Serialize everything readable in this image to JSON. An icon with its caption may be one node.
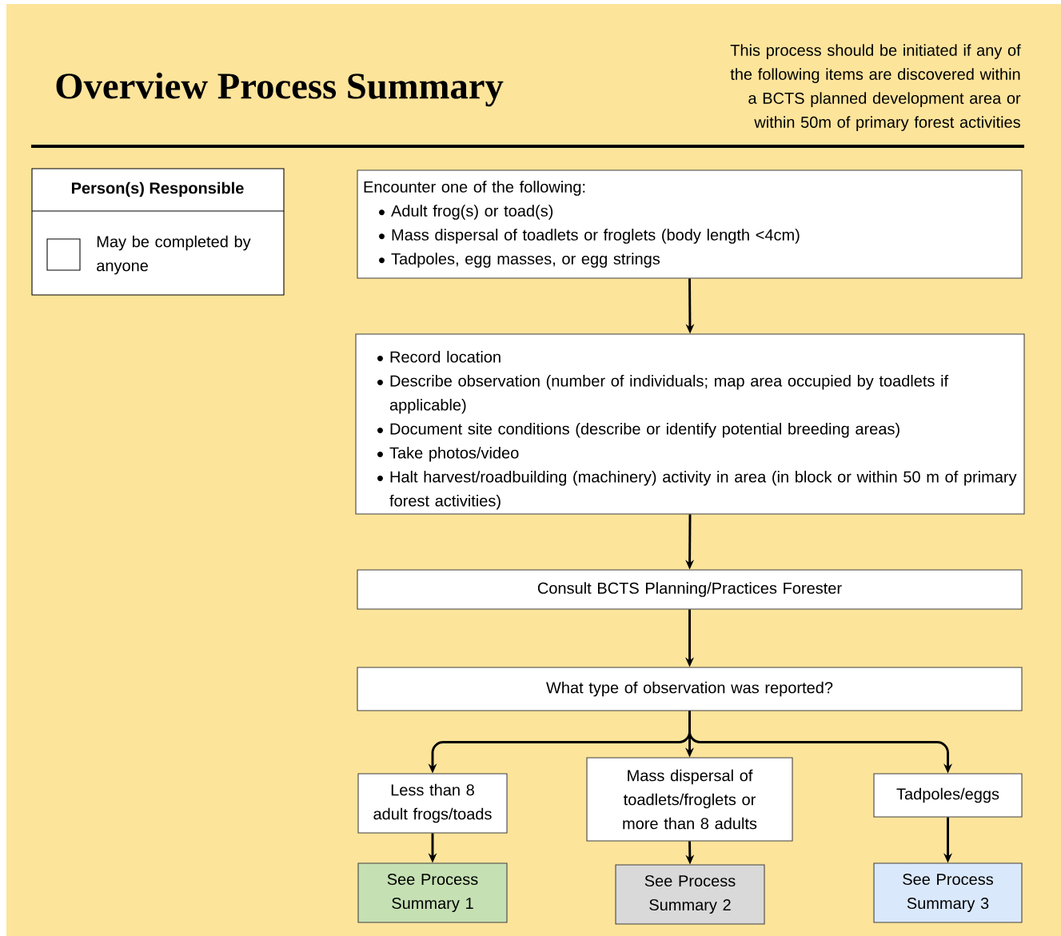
{
  "diagram": {
    "title": "Overview Process Summary",
    "nodes": [
      {
        "text": [
          "Encounter one of the following:",
          "Adult frog(s) or toad(s)",
          "Mass dispersal of toadlets or froglets (body length <4cm)",
          "Tadpoles, egg masses, or egg strings"
        ]
      },
      {
        "text": [
          "Record location",
          "Describe observation (number of individuals; map area occupied by toadlets if applicable)",
          "Document site conditions (describe or identify potential breeding areas)",
          "Take photos/video",
          "Halt harvest/roadbuilding (machinery) activity in area (in block or within 50 m of primary forest activities)"
        ]
      },
      {
        "text": [
          "Consult BCTS Planning/Practices Forester"
        ]
      },
      {
        "text": [
          "What type of observation was reported?"
        ]
      },
      {
        "text": [
          "Less than 8 adult frogs/toads"
        ]
      },
      {
        "text": [
          "Mass dispersal of toadlets/froglets or more than 8 adults"
        ]
      },
      {
        "text": [
          "Tadpoles/eggs"
        ]
      },
      {
        "text": [
          "See Process Summary 1"
        ]
      },
      {
        "text": [
          "See Process Summary 2"
        ]
      },
      {
        "text": [
          "See Process Summary 3"
        ]
      }
    ],
    "edges": [
      {
        "from": 0,
        "to": 1,
        "arrow": "to"
      },
      {
        "from": 1,
        "to": 2,
        "arrow": "to"
      },
      {
        "from": 2,
        "to": 3,
        "arrow": "to"
      },
      {
        "from": 3,
        "to": 4,
        "arrow": "to"
      },
      {
        "from": 3,
        "to": 5,
        "arrow": "to"
      },
      {
        "from": 3,
        "to": 6,
        "arrow": "to"
      },
      {
        "from": 4,
        "to": 7,
        "arrow": "to"
      },
      {
        "from": 5,
        "to": 8,
        "arrow": "to"
      },
      {
        "from": 6,
        "to": 9,
        "arrow": "to"
      }
    ],
    "labels": [
      "This process should be initiated if any of the following items are discovered within a BCTS planned development area or within 50m of primary forest activities",
      "Person(s) Responsible"
    ],
    "legend": [
      {
        "text": "May be completed by anyone"
      }
    ]
  }
}
